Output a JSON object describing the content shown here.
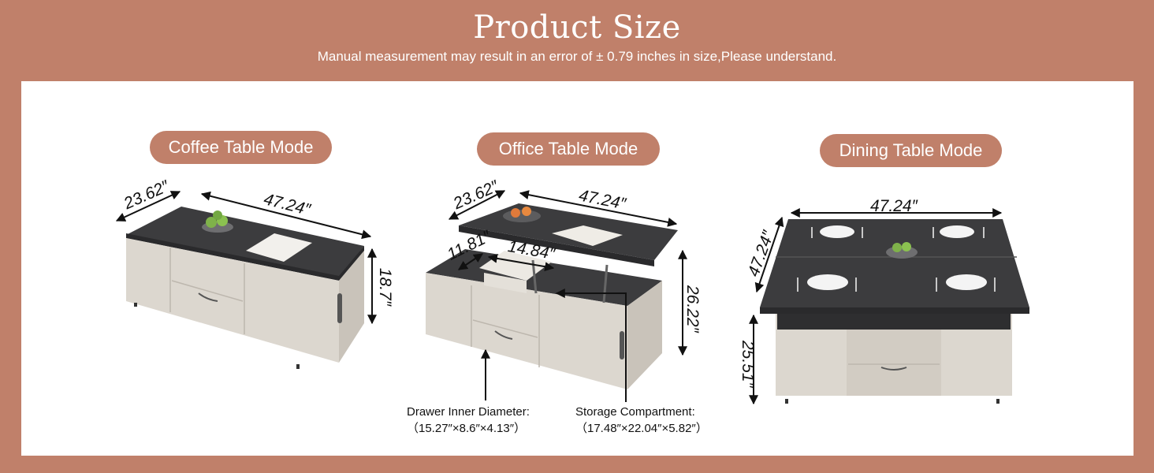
{
  "header": {
    "title": "Product Size",
    "subtitle": "Manual measurement may result in an error of ± 0.79 inches in size,Please understand."
  },
  "modes": {
    "coffee": {
      "label": "Coffee Table Mode",
      "depth": "23.62″",
      "width": "47.24″",
      "height": "18.7″"
    },
    "office": {
      "label": "Office Table Mode",
      "depth": "23.62″",
      "width": "47.24″",
      "lift_depth": "11.81″",
      "lift_width": "14.84″",
      "height": "26.22″",
      "drawer_label": "Drawer Inner Diameter:",
      "drawer_size": "（15.27″×8.6″×4.13″）",
      "storage_label": "Storage Compartment:",
      "storage_size": "（17.48″×22.04″×5.82″）"
    },
    "dining": {
      "label": "Dining Table Mode",
      "width": "47.24″",
      "depth": "47.24″",
      "height": "25.51″"
    }
  },
  "colors": {
    "accent": "#c0806a",
    "tabletop": "#3c3c3e",
    "body": "#dcd7cf"
  }
}
